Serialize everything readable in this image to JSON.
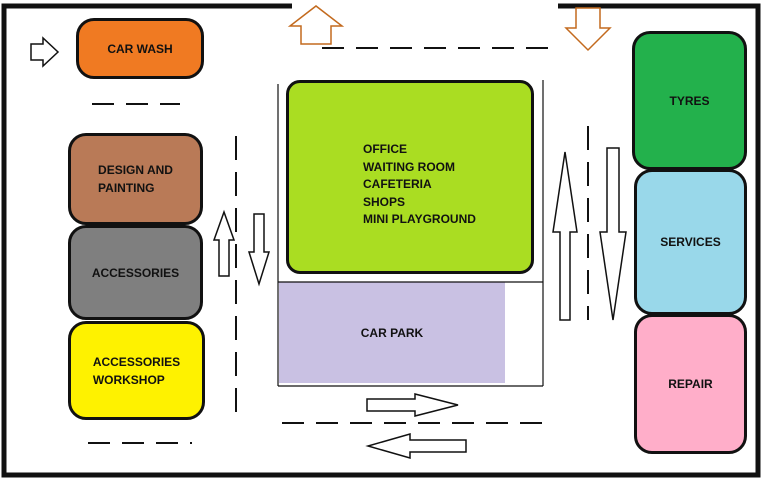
{
  "colors": {
    "car_wash": "#f07a22",
    "design_painting": "#b97a57",
    "accessories": "#7f7f7f",
    "accessories_workshop": "#fef200",
    "main_building": "#aadd22",
    "car_park": "#c9c1e3",
    "tyres": "#23b14c",
    "services": "#99d8ea",
    "repair": "#ffaec9",
    "arrow_orange": "#c36a1e"
  },
  "left_column": {
    "car_wash": "CAR WASH",
    "design_painting": "DESIGN AND\nPAINTING",
    "accessories": "ACCESSORIES",
    "accessories_workshop": "ACCESSORIES\nWORKSHOP"
  },
  "main_building": {
    "items": [
      "OFFICE",
      "WAITING ROOM",
      "CAFETERIA",
      "SHOPS",
      "MINI PLAYGROUND"
    ]
  },
  "car_park": "CAR PARK",
  "right_column": {
    "tyres": "TYRES",
    "services": "SERVICES",
    "repair": "REPAIR"
  },
  "icons": {
    "entry_arrow": "arrow-right-icon",
    "exit_top": "arrow-up-icon",
    "entry_top": "arrow-down-icon"
  }
}
